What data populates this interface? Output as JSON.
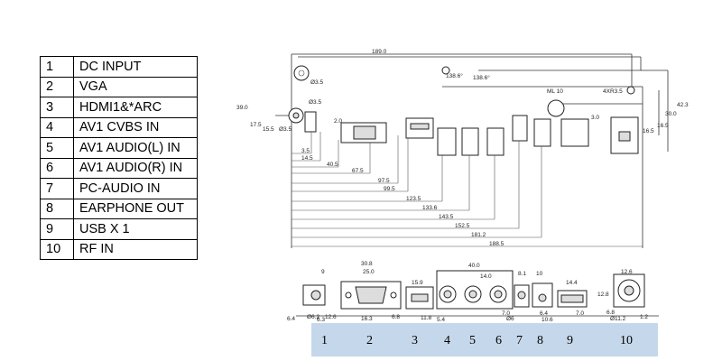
{
  "legend": [
    {
      "no": "1",
      "name": "DC INPUT"
    },
    {
      "no": "2",
      "name": "VGA"
    },
    {
      "no": "3",
      "name": "HDMI1&*ARC"
    },
    {
      "no": "4",
      "name": "AV1 CVBS IN"
    },
    {
      "no": "5",
      "name": "AV1 AUDIO(L) IN"
    },
    {
      "no": "6",
      "name": "AV1 AUDIO(R) IN"
    },
    {
      "no": "7",
      "name": "PC-AUDIO IN"
    },
    {
      "no": "8",
      "name": "EARPHONE OUT"
    },
    {
      "no": "9",
      "name": "USB X 1"
    },
    {
      "no": "10",
      "name": "RF IN"
    }
  ],
  "top_view": {
    "dims": {
      "d189": "189.0",
      "d3_5a": "Ø3.5",
      "d3_5b": "Ø3.5",
      "d3_5c": "Ø3.5",
      "d138_6a": "138.6°",
      "d138_6b": "138.6°",
      "d4x": "4XR3.5",
      "d42_3": "42.3",
      "d39": "39.0",
      "d17_5": "17.5",
      "d15_5": "15.5",
      "d2": "2.0",
      "d3": "3.0",
      "d16_5a": "16.5",
      "d16_5b": "16.5",
      "d30": "30.0",
      "d3_5": "3.5",
      "d14_5": "14.5",
      "d40_5": "40.5",
      "d67_5": "67.5",
      "d97_5": "97.5",
      "d99_5": "99.5",
      "d123_5": "123.5",
      "d133_6": "133.6",
      "d143_5": "143.5",
      "d152_5": "152.5",
      "d181_2": "181.2",
      "d188_5": "188.5",
      "ml": "ML 10"
    }
  },
  "front_view": {
    "dims": {
      "f9": "9",
      "f6_4a": "6.4",
      "f6_2": "Ø6.2",
      "f6_3": "6.3",
      "f12_6": "12.6",
      "f30_8": "30.8",
      "f25": "25.0",
      "f16_3": "16.3",
      "f6_8": "6.8",
      "f15_9": "15.9",
      "f11_8": "11.8",
      "f40": "40.0",
      "f5_4": "5.4",
      "f14": "14.0",
      "f8_1": "8.1",
      "f10": "10",
      "f7": "7.0",
      "f6": "Ø6",
      "f6_4b": "6.4",
      "f10_6": "10.6",
      "f14_4": "14.4",
      "f7b": "7.0",
      "f12_6b": "12.6",
      "f12_8": "12.8",
      "f6_8b": "6.8",
      "f11_2": "Ø11.2",
      "f1_2": "1.2"
    },
    "band_numbers": [
      "1",
      "2",
      "3",
      "4",
      "5",
      "6",
      "7",
      "8",
      "9",
      "10"
    ],
    "band_color": "#c5d7ea"
  }
}
